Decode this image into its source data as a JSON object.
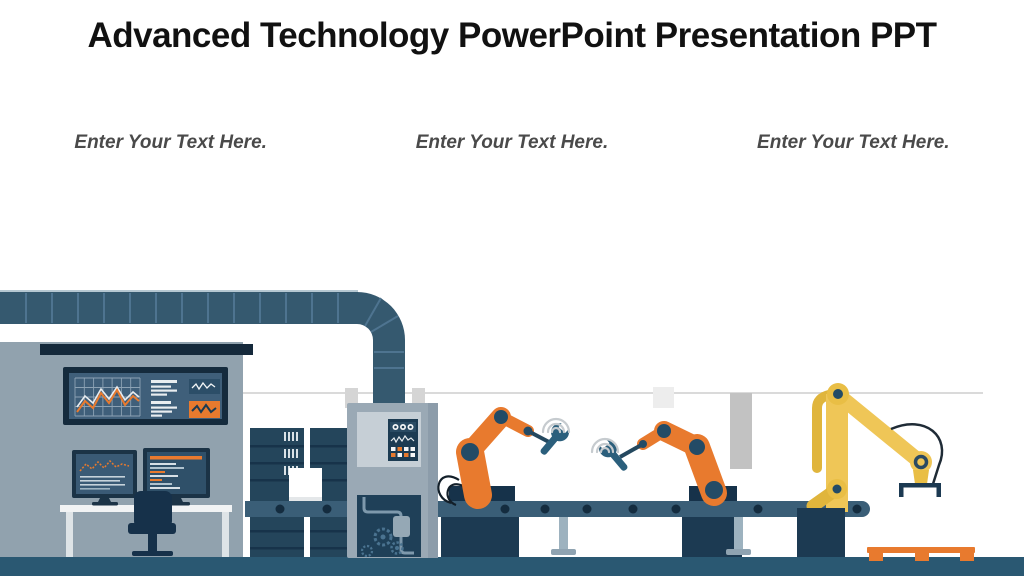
{
  "slide": {
    "title": "Advanced Technology PowerPoint Presentation PPT",
    "placeholders": [
      {
        "label": "Enter Your Text Here."
      },
      {
        "label": "Enter Your Text Here."
      },
      {
        "label": "Enter Your Text Here."
      }
    ]
  },
  "illustration": {
    "scene": "smart-factory-automation",
    "elements": [
      "ceiling-duct",
      "control-room-wall",
      "wall-dashboard-screen",
      "desk-workstation",
      "office-chair",
      "server-racks",
      "package-box",
      "control-cabinet",
      "conveyor-belt",
      "orange-robot-arm-left",
      "orange-robot-arm-right",
      "yellow-robot-arm",
      "pallet",
      "floor"
    ]
  },
  "colors": {
    "accent_orange": "#E87A2E",
    "accent_yellow": "#EFC657",
    "steel_blue": "#35596F",
    "navy": "#1C3A52",
    "wall_gray": "#91A2AE",
    "floor_teal": "#2A5872",
    "title_text": "#111111",
    "placeholder_text": "#4A4A4A"
  }
}
